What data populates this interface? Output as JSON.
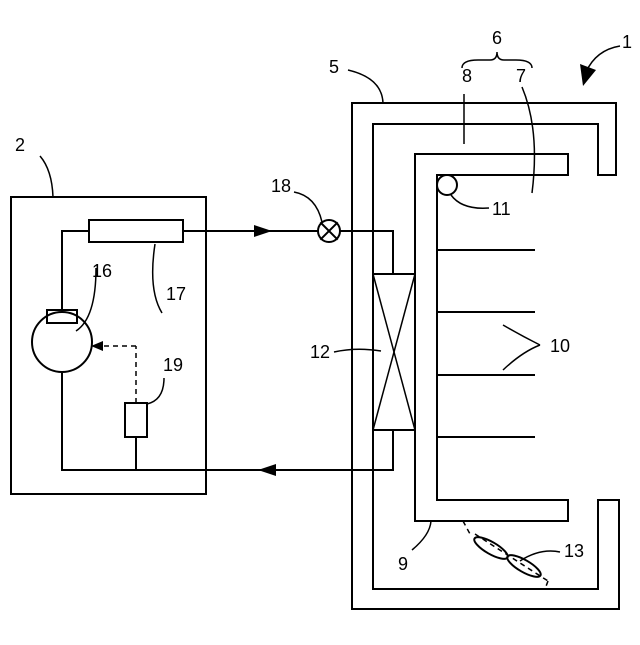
{
  "labels": {
    "ref_1": "1",
    "ref_2": "2",
    "ref_5": "5",
    "ref_6": "6",
    "ref_7": "7",
    "ref_8": "8",
    "ref_9": "9",
    "ref_10": "10",
    "ref_11": "11",
    "ref_12": "12",
    "ref_13": "13",
    "ref_16": "16",
    "ref_17": "17",
    "ref_18": "18",
    "ref_19": "19"
  }
}
